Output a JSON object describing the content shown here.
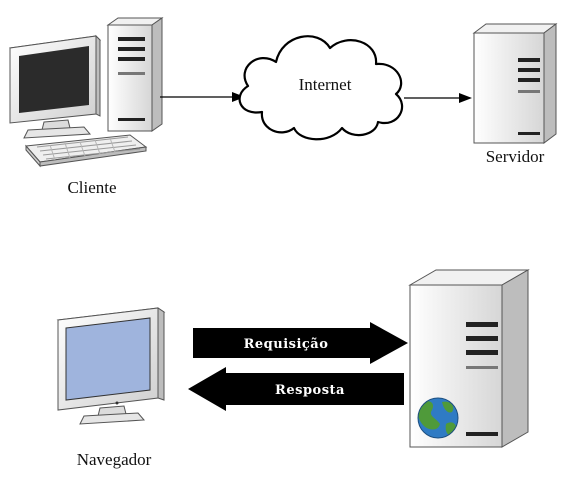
{
  "top": {
    "client_label": "Cliente",
    "internet_label": "Internet",
    "server_label": "Servidor"
  },
  "bottom": {
    "browser_label": "Navegador",
    "request_label": "Requisição",
    "response_label": "Resposta"
  },
  "colors": {
    "monitor_screen_dark": "#2b2b2b",
    "browser_screen": "#9fb4dd",
    "arrow_fill": "#000000",
    "globe_ocean": "#2f7bc4",
    "globe_land": "#4f9a3a"
  },
  "icons": [
    "desktop-computer-icon",
    "cloud-icon",
    "server-icon",
    "monitor-icon",
    "globe-icon"
  ]
}
